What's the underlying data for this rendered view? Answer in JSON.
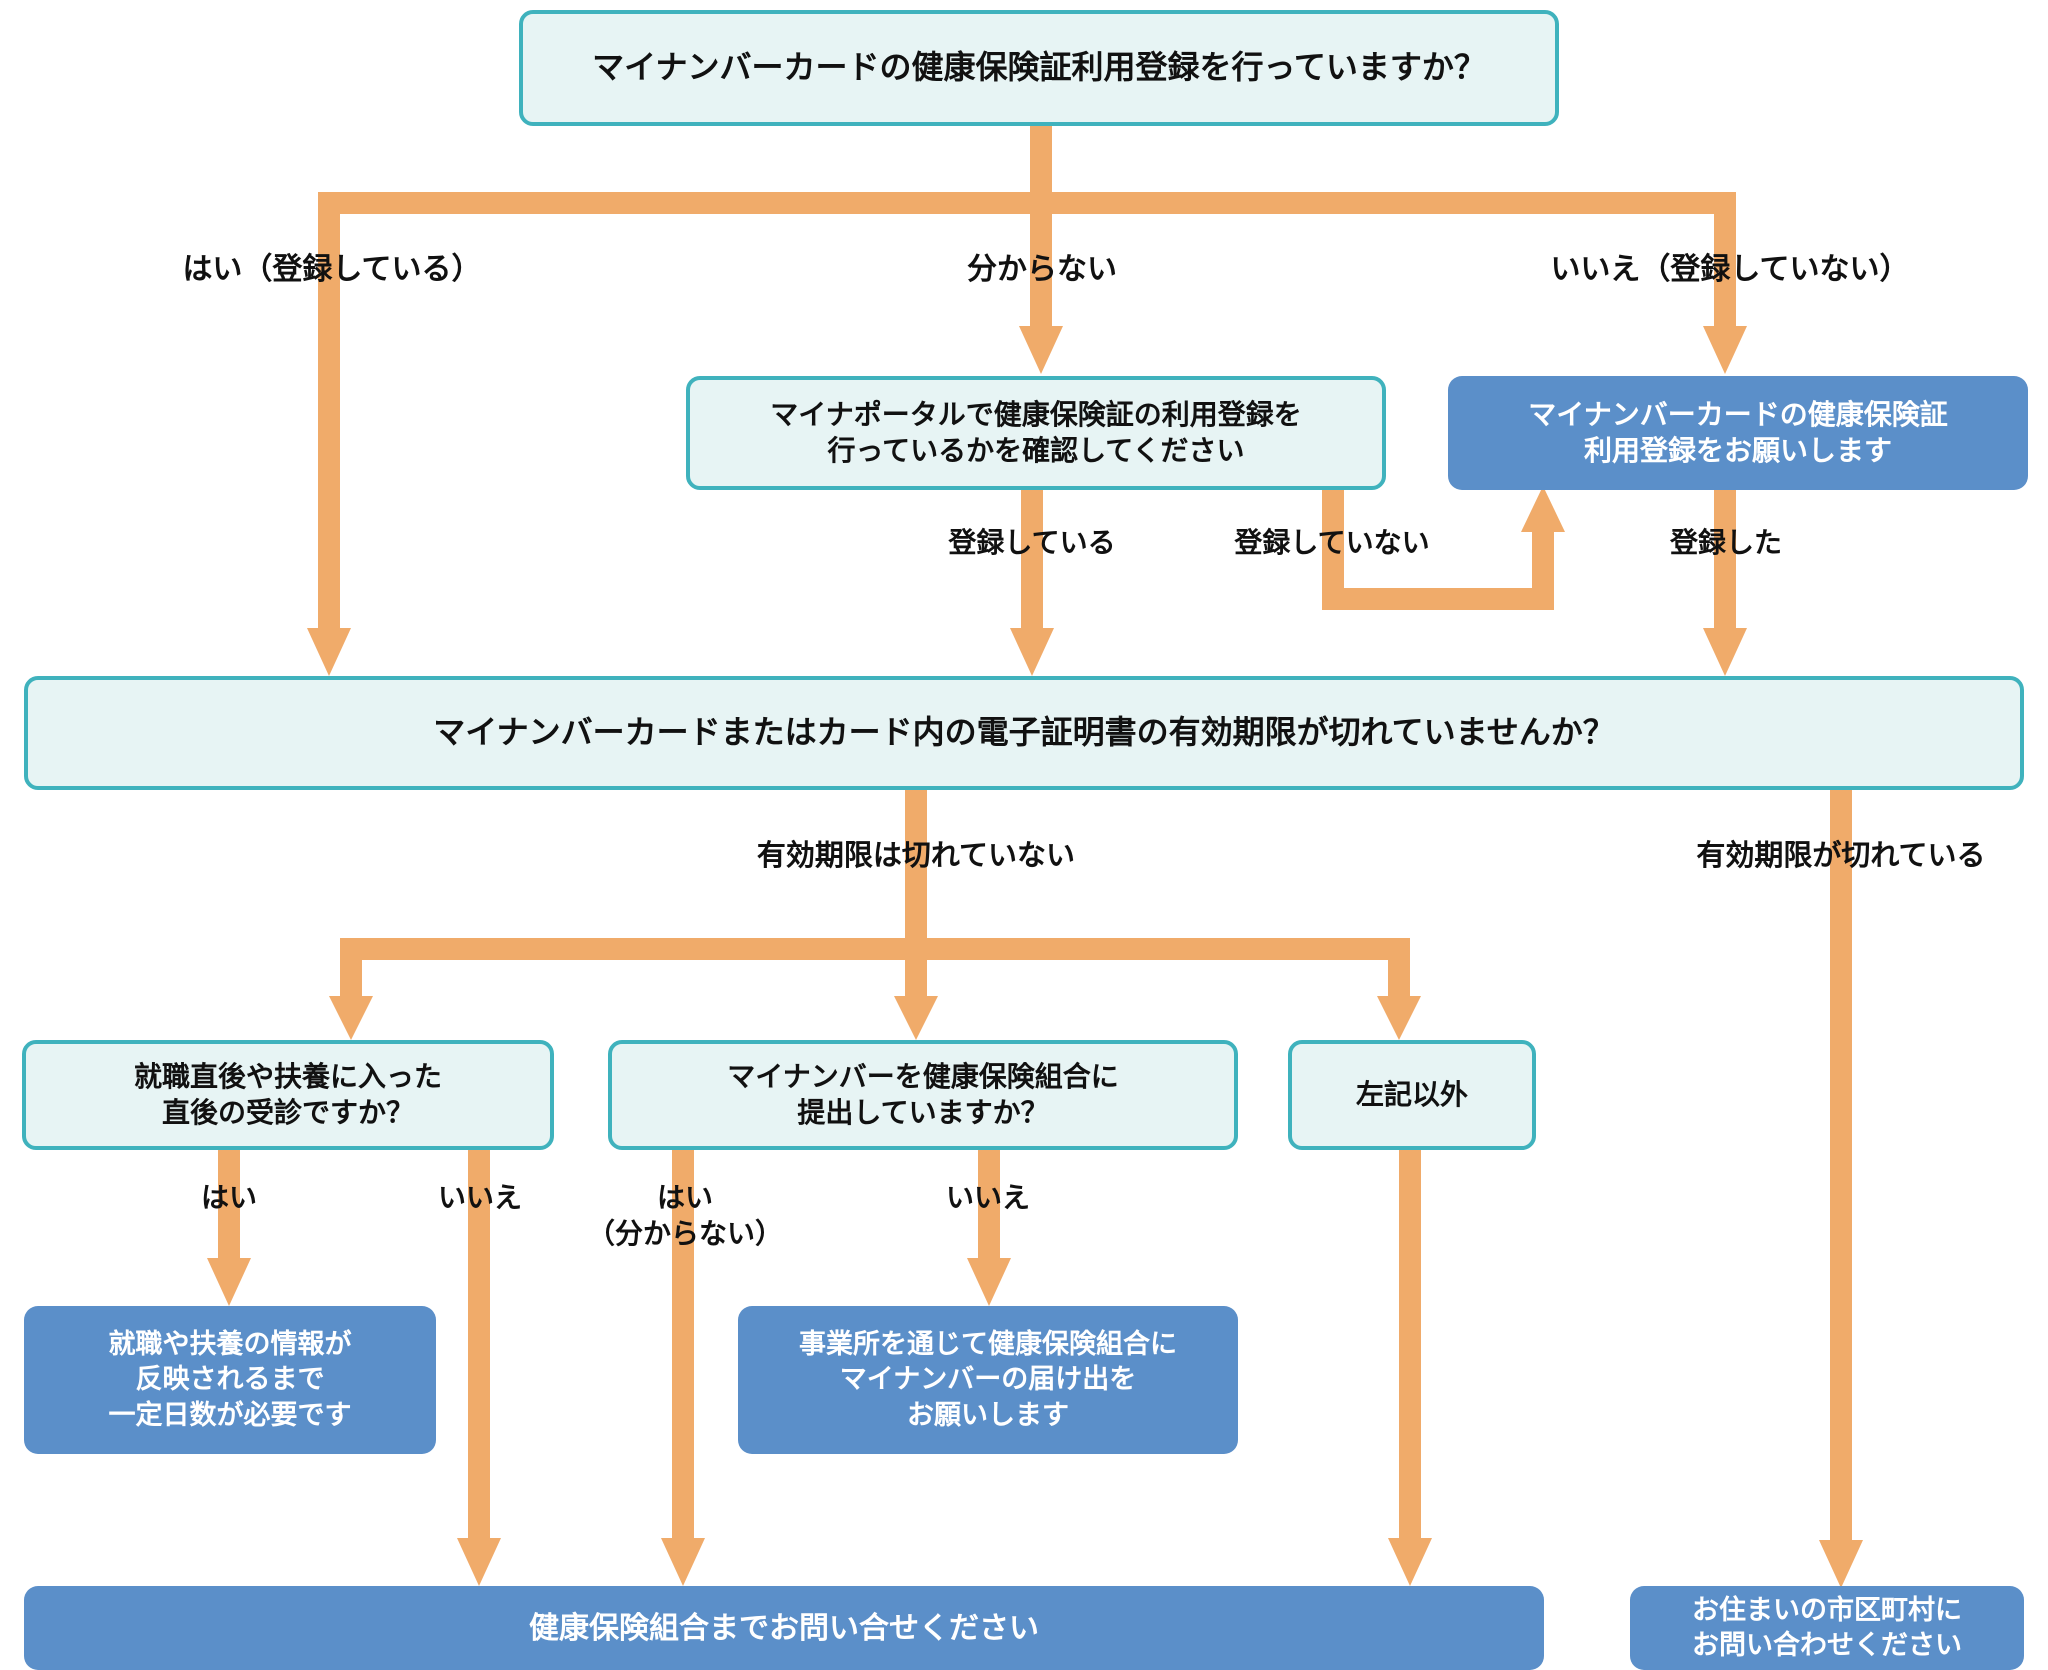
{
  "diagram": {
    "title": "マイナンバーカード健康保険証利用フローチャート",
    "colors": {
      "question_fill": "#e7f4f4",
      "question_border": "#3fb2bd",
      "answer_fill": "#5b8fc9",
      "answer_text": "#ffffff",
      "arrow": "#f0ab6a",
      "text": "#111111",
      "background": "#ffffff"
    },
    "nodes": [
      {
        "id": "q1",
        "kind": "question",
        "text": "マイナンバーカードの健康保険証利用登録を行っていますか？"
      },
      {
        "id": "q2",
        "kind": "question",
        "text": "マイナポータルで健康保険証の利用登録を\n行っているかを確認してください"
      },
      {
        "id": "a1",
        "kind": "answer",
        "text": "マイナンバーカードの健康保険証\n利用登録をお願いします"
      },
      {
        "id": "q3",
        "kind": "question",
        "text": "マイナンバーカードまたはカード内の電子証明書の有効期限が切れていませんか？"
      },
      {
        "id": "q4",
        "kind": "question",
        "text": "就職直後や扶養に入った\n直後の受診ですか？"
      },
      {
        "id": "q5",
        "kind": "question",
        "text": "マイナンバーを健康保険組合に\n提出していますか？"
      },
      {
        "id": "q6",
        "kind": "question",
        "text": "左記以外"
      },
      {
        "id": "a2",
        "kind": "answer",
        "text": "就職や扶養の情報が\n反映されるまで\n一定日数が必要です"
      },
      {
        "id": "a3",
        "kind": "answer",
        "text": "事業所を通じて健康保険組合に\nマイナンバーの届け出を\nお願いします"
      },
      {
        "id": "a4",
        "kind": "answer",
        "text": "健康保険組合までお問い合せください"
      },
      {
        "id": "a5",
        "kind": "answer",
        "text": "お住まいの市区町村に\nお問い合わせください"
      }
    ],
    "edge_labels": [
      {
        "id": "e1",
        "text": "はい（登録している）"
      },
      {
        "id": "e2",
        "text": "分からない"
      },
      {
        "id": "e3",
        "text": "いいえ（登録していない）"
      },
      {
        "id": "e4",
        "text": "登録している"
      },
      {
        "id": "e5",
        "text": "登録していない"
      },
      {
        "id": "e6",
        "text": "登録した"
      },
      {
        "id": "e7",
        "text": "有効期限は切れていない"
      },
      {
        "id": "e8",
        "text": "有効期限が切れている"
      },
      {
        "id": "e9",
        "text": "はい"
      },
      {
        "id": "e10",
        "text": "いいえ"
      },
      {
        "id": "e11",
        "text": "はい\n（分からない）"
      },
      {
        "id": "e12",
        "text": "いいえ"
      }
    ]
  }
}
